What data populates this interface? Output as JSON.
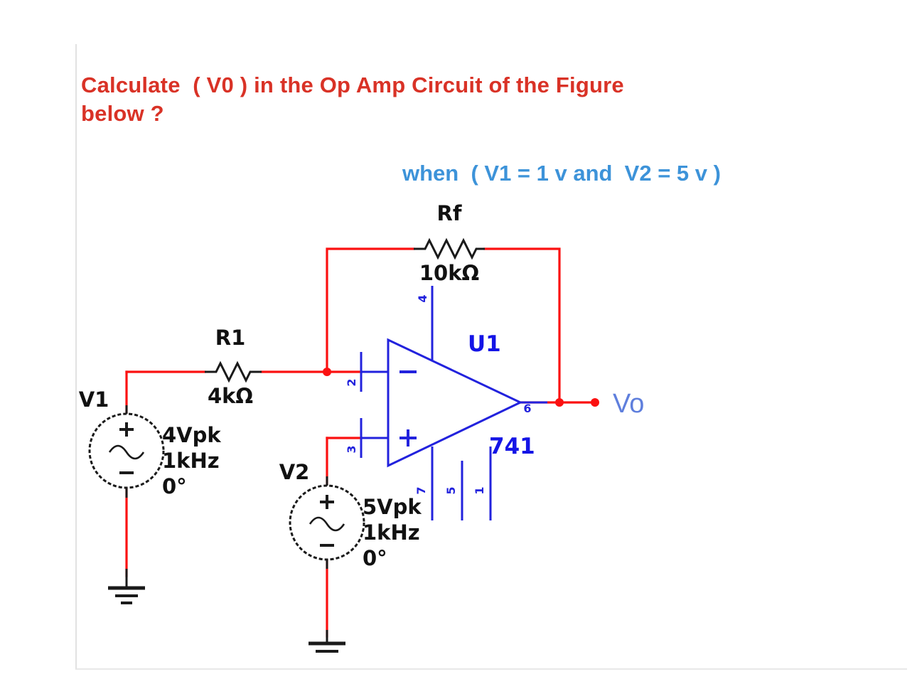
{
  "slide": {
    "background_color": "#ffffff",
    "frame_border_color": "#e2e2e2"
  },
  "question": {
    "color": "#d93226",
    "line1": "Calculate  ( V0 ) in the Op Amp Circuit of the Figure",
    "line2": "below ?"
  },
  "condition": {
    "color": "#3d93d9",
    "text": "when  ( V1 = 1 v and  V2 = 5 v )"
  },
  "circuit": {
    "wire_color": "#fb1111",
    "device_color": "#2222dd",
    "junction_color": "#fb1111",
    "feedback_resistor": {
      "designator": "Rf",
      "value": "10kΩ"
    },
    "input_resistor": {
      "designator": "R1",
      "value": "4kΩ"
    },
    "source_v1": {
      "designator": "V1",
      "amplitude": "4Vpk",
      "frequency": "1kHz",
      "phase": "0°"
    },
    "source_v2": {
      "designator": "V2",
      "amplitude": "5Vpk",
      "frequency": "1kHz",
      "phase": "0°"
    },
    "opamp": {
      "designator": "U1",
      "part_number": "741",
      "inverting_symbol": "−",
      "noninverting_symbol": "+",
      "pins": {
        "inverting_input": "2",
        "noninverting_input": "3",
        "vplus": "4",
        "output": "6",
        "pin7": "7",
        "pin5": "5",
        "pin1": "1"
      }
    },
    "output_node": {
      "label": "Vo",
      "color": "#5f7fdd"
    }
  }
}
